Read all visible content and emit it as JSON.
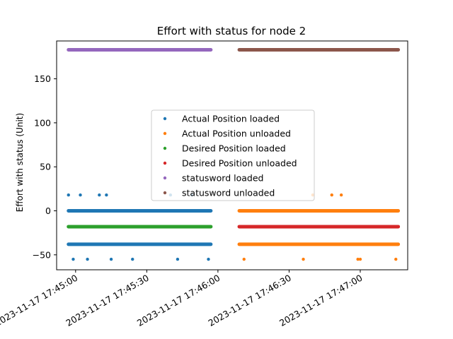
{
  "chart_data": {
    "type": "scatter",
    "title": "Effort with status for node 2",
    "xlabel": "",
    "ylabel": "Effort with status (Unit)",
    "x_axis": "datetime",
    "xlim": [
      "2023-11-17 17:44:52",
      "2023-11-17 17:47:20"
    ],
    "ylim": [
      -67,
      193
    ],
    "yticks": [
      -50,
      0,
      50,
      100,
      150
    ],
    "xticks": [
      "2023-11-17 17:45:00",
      "2023-11-17 17:45:30",
      "2023-11-17 17:46:00",
      "2023-11-17 17:46:30",
      "2023-11-17 17:47:00"
    ],
    "legend_placement": "center",
    "series": [
      {
        "name": "Actual Position loaded",
        "color": "#1f77b4",
        "bands": [
          {
            "y": 0,
            "x_start": "2023-11-17 17:44:57",
            "x_end": "2023-11-17 17:45:57"
          },
          {
            "y": -38,
            "x_start": "2023-11-17 17:44:57",
            "x_end": "2023-11-17 17:45:57"
          }
        ],
        "points": [
          {
            "x": "2023-11-17 17:44:57",
            "y": 18
          },
          {
            "x": "2023-11-17 17:45:02",
            "y": 18
          },
          {
            "x": "2023-11-17 17:45:10",
            "y": 18
          },
          {
            "x": "2023-11-17 17:45:13",
            "y": 18
          },
          {
            "x": "2023-11-17 17:45:40",
            "y": 18
          },
          {
            "x": "2023-11-17 17:45:49",
            "y": 18
          },
          {
            "x": "2023-11-17 17:44:59",
            "y": -55
          },
          {
            "x": "2023-11-17 17:45:05",
            "y": -55
          },
          {
            "x": "2023-11-17 17:45:15",
            "y": -55
          },
          {
            "x": "2023-11-17 17:45:24",
            "y": -55
          },
          {
            "x": "2023-11-17 17:45:43",
            "y": -55
          },
          {
            "x": "2023-11-17 17:45:56",
            "y": -55
          }
        ]
      },
      {
        "name": "Actual Position unloaded",
        "color": "#ff7f0e",
        "bands": [
          {
            "y": 0,
            "x_start": "2023-11-17 17:46:09",
            "x_end": "2023-11-17 17:47:16"
          },
          {
            "y": -38,
            "x_start": "2023-11-17 17:46:09",
            "x_end": "2023-11-17 17:47:16"
          }
        ],
        "points": [
          {
            "x": "2023-11-17 17:46:40",
            "y": 18
          },
          {
            "x": "2023-11-17 17:46:48",
            "y": 18
          },
          {
            "x": "2023-11-17 17:46:52",
            "y": 18
          },
          {
            "x": "2023-11-17 17:46:11",
            "y": -55
          },
          {
            "x": "2023-11-17 17:46:36",
            "y": -55
          },
          {
            "x": "2023-11-17 17:46:59",
            "y": -55
          },
          {
            "x": "2023-11-17 17:47:00",
            "y": -55
          },
          {
            "x": "2023-11-17 17:47:15",
            "y": -55
          }
        ]
      },
      {
        "name": "Desired Position loaded",
        "color": "#2ca02c",
        "bands": [
          {
            "y": -18,
            "x_start": "2023-11-17 17:44:57",
            "x_end": "2023-11-17 17:45:57"
          }
        ],
        "points": []
      },
      {
        "name": "Desired Position unloaded",
        "color": "#d62728",
        "bands": [
          {
            "y": -18,
            "x_start": "2023-11-17 17:46:09",
            "x_end": "2023-11-17 17:47:16"
          }
        ],
        "points": []
      },
      {
        "name": "statusword loaded",
        "color": "#9467bd",
        "bands": [
          {
            "y": 183,
            "x_start": "2023-11-17 17:44:57",
            "x_end": "2023-11-17 17:45:57"
          }
        ],
        "points": []
      },
      {
        "name": "statusword unloaded",
        "color": "#8c564b",
        "bands": [
          {
            "y": 183,
            "x_start": "2023-11-17 17:46:09",
            "x_end": "2023-11-17 17:47:16"
          }
        ],
        "points": []
      }
    ]
  }
}
